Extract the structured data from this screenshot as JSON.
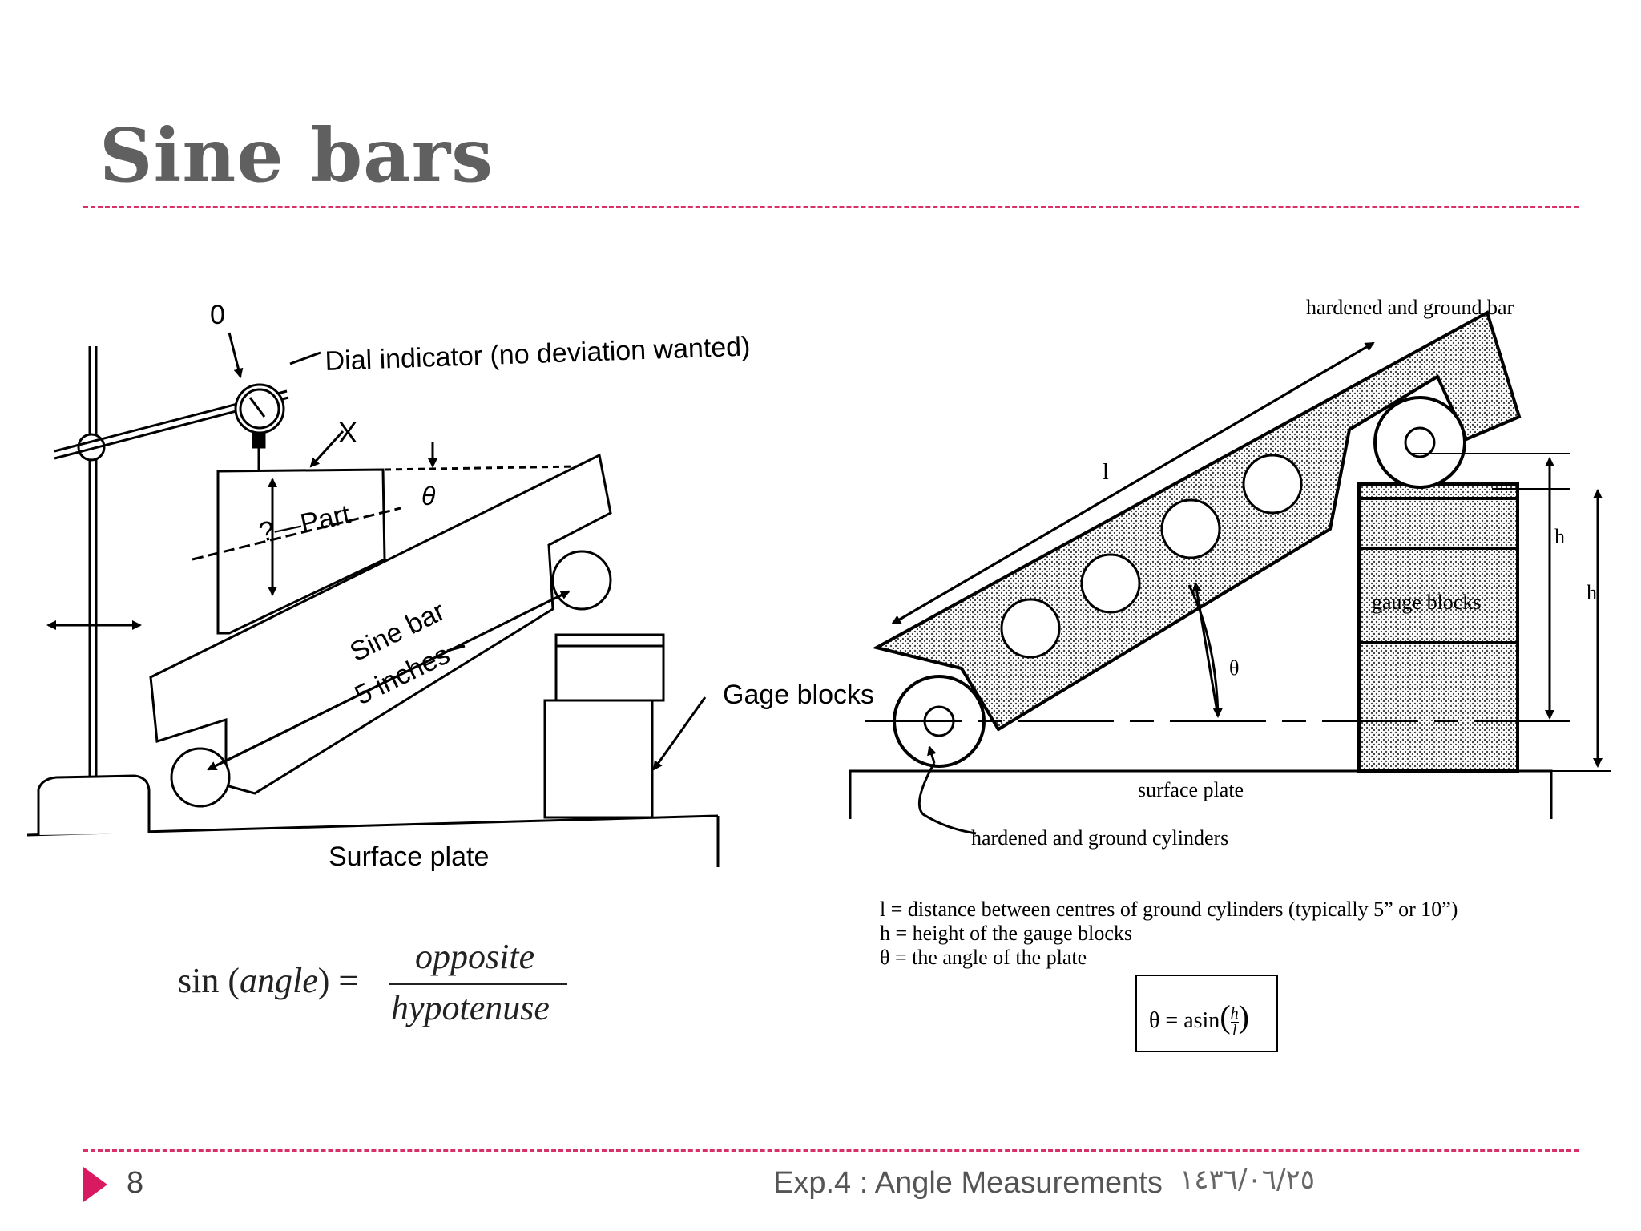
{
  "slide": {
    "title": "Sine bars",
    "page_number": "8",
    "footer_title": "Exp.4 : Angle Measurements",
    "footer_date": "١٤٣٦/٠٦/٢٥"
  },
  "left_diagram": {
    "dial_zero_label": "0",
    "dial_indicator_label": "Dial indicator (no deviation wanted)",
    "x_label": "X",
    "theta_label": "θ",
    "part_label": "?—Part",
    "sine_bar_label_1": "Sine bar",
    "sine_bar_label_2": "5 inches",
    "gage_blocks_label": "Gage blocks",
    "surface_plate_label": "Surface plate"
  },
  "sine_formula": {
    "lhs_prefix": "sin (",
    "lhs_var": "angle",
    "lhs_suffix": ") =",
    "numerator": "opposite",
    "denominator": "hypotenuse"
  },
  "right_diagram": {
    "bar_label": "hardened and ground bar",
    "length_label": "l",
    "h_label_1": "h",
    "h_label_2": "h",
    "gauge_blocks_label": "gauge blocks",
    "theta_label": "θ",
    "surface_plate_label": "surface plate",
    "cylinders_label": "hardened and ground cylinders",
    "legend_l": "l = distance between centres of ground cylinders (typically 5” or 10”)",
    "legend_h": "h = height of the gauge blocks",
    "legend_theta": "θ = the angle of the plate",
    "formula_prefix": "θ = asin",
    "formula_num": "h",
    "formula_den": "l"
  }
}
